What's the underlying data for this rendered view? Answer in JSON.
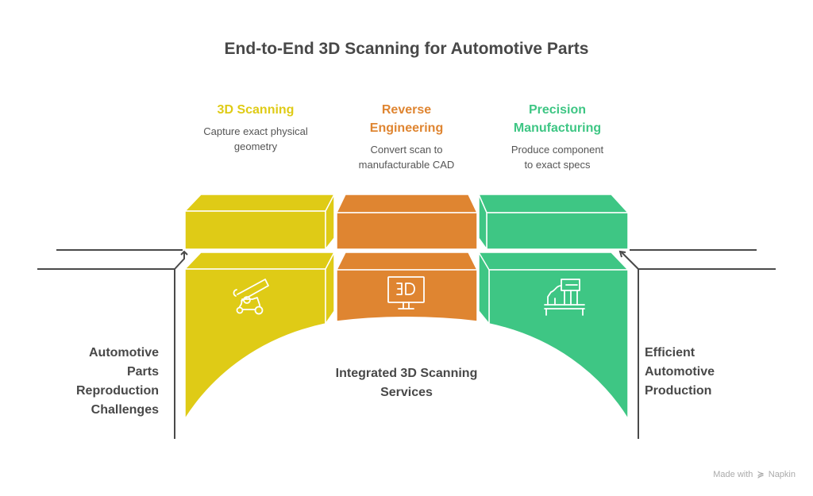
{
  "title": "End-to-End 3D Scanning for Automotive Parts",
  "stages": [
    {
      "title_lines": [
        "3D Scanning"
      ],
      "description_lines": [
        "Capture exact physical",
        "geometry"
      ],
      "color": "#DFCB16",
      "icon": "cannon-vehicle-scanner-icon"
    },
    {
      "title_lines": [
        "Reverse",
        "Engineering"
      ],
      "description_lines": [
        "Convert scan to",
        "manufacturable CAD"
      ],
      "color": "#DF8531",
      "icon": "3d-monitor-icon"
    },
    {
      "title_lines": [
        "Precision",
        "Manufacturing"
      ],
      "description_lines": [
        "Produce component",
        "to exact specs"
      ],
      "color": "#3EC684",
      "icon": "factory-machine-icon"
    }
  ],
  "left_label_lines": [
    "Automotive",
    "Parts",
    "Reproduction",
    "Challenges"
  ],
  "right_label_lines": [
    "Efficient",
    "Automotive",
    "Production"
  ],
  "center_label_lines": [
    "Integrated 3D Scanning",
    "Services"
  ],
  "footer": {
    "made_with": "Made with",
    "brand": "Napkin"
  },
  "colors": {
    "line": "#4a4a4a",
    "text": "#484848"
  }
}
